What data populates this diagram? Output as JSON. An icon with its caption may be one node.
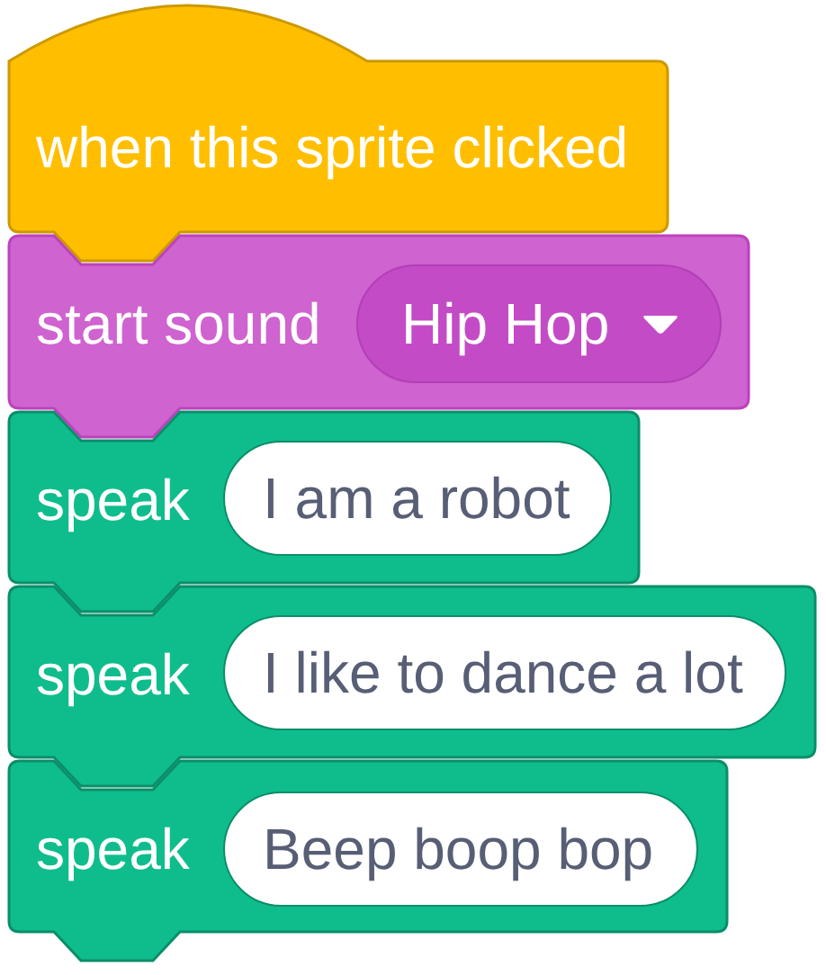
{
  "diagram": {
    "nodes": [
      {
        "text": [
          "when this sprite clicked"
        ]
      },
      {
        "text": [
          "start sound"
        ]
      },
      {
        "text": [
          "Hip Hop"
        ],
        "in": 1
      },
      {
        "text": [
          "speak"
        ]
      },
      {
        "text": [
          "I am a robot"
        ],
        "in": 3
      },
      {
        "text": [
          "speak"
        ]
      },
      {
        "text": [
          "I like to dance a lot"
        ],
        "in": 5
      },
      {
        "text": [
          "speak"
        ]
      },
      {
        "text": [
          "Beep boop bop"
        ],
        "in": 7
      }
    ]
  }
}
